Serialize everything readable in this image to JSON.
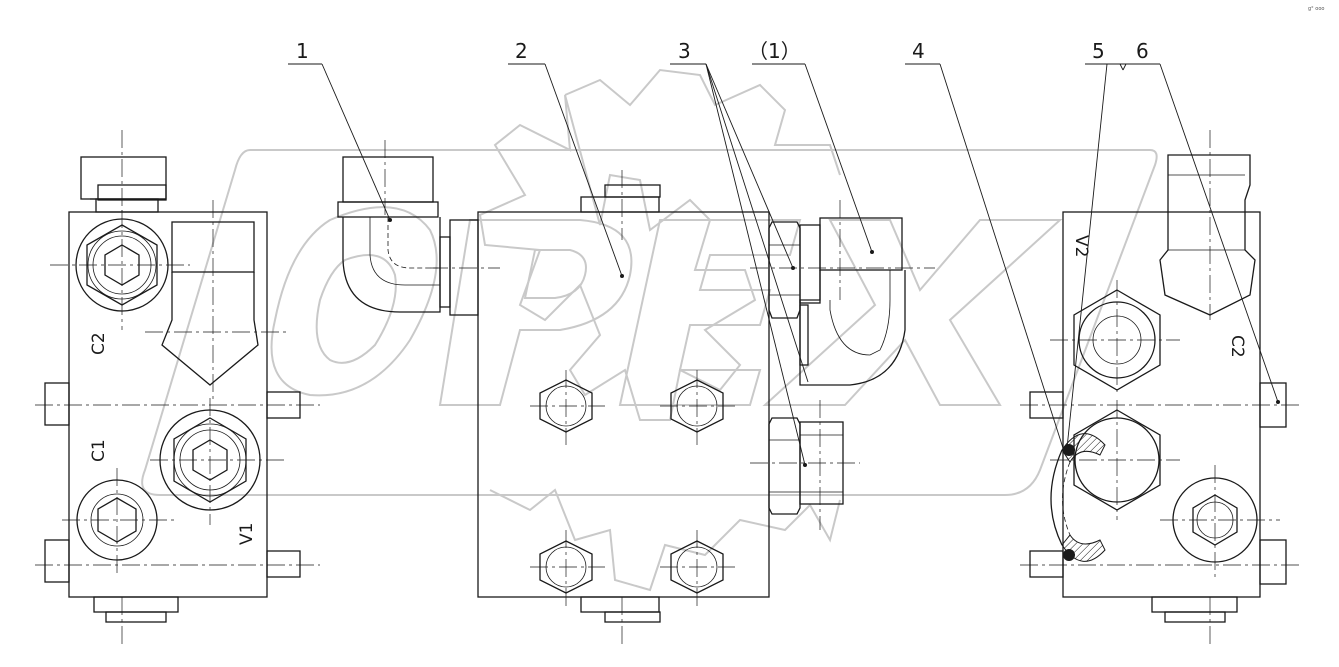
{
  "callouts": {
    "c1": "1",
    "c2": "2",
    "c3": "3",
    "c1_ref": "（1）",
    "c4": "4",
    "c5": "5",
    "c6": "6"
  },
  "ports": {
    "left_c2": "C2",
    "left_c1": "C1",
    "left_v1": "V1",
    "right_v2": "V2",
    "right_c2": "C2"
  },
  "watermark": "OPEX",
  "corner_mark": "g° ooo"
}
